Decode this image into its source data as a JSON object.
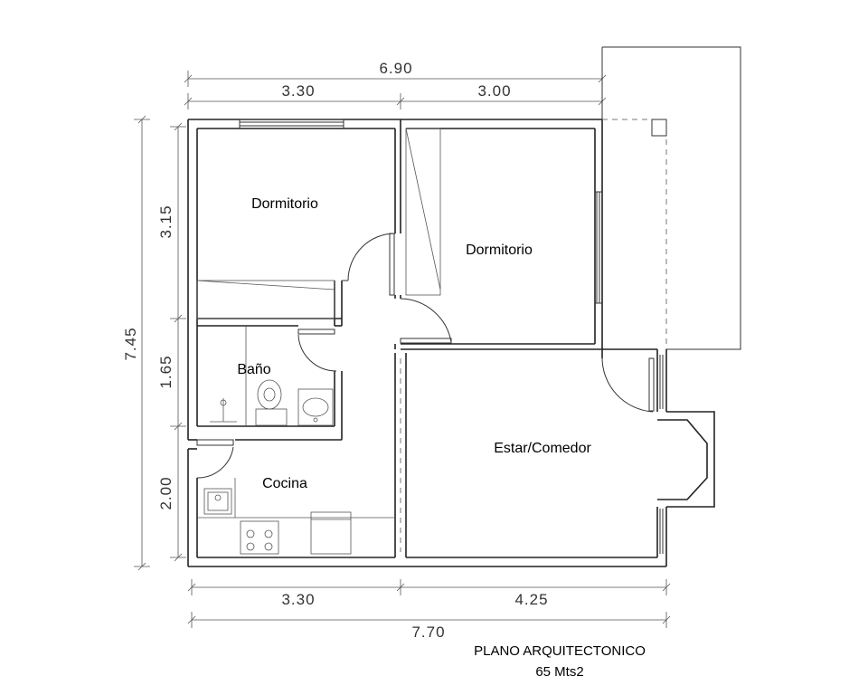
{
  "rooms": {
    "dormitorio_1": "Dormitorio",
    "dormitorio_2": "Dormitorio",
    "bano": "Baño",
    "cocina": "Cocina",
    "estar": "Estar/Comedor"
  },
  "dimensions": {
    "top_total": "6.90",
    "top_left": "3.30",
    "top_right": "3.00",
    "left_total": "7.45",
    "left_top": "3.15",
    "left_mid": "1.65",
    "left_bottom": "2.00",
    "bottom_left": "3.30",
    "bottom_right": "4.25",
    "bottom_total": "7.70"
  },
  "caption": {
    "title": "PLANO ARQUITECTONICO",
    "area": "65 Mts2"
  }
}
